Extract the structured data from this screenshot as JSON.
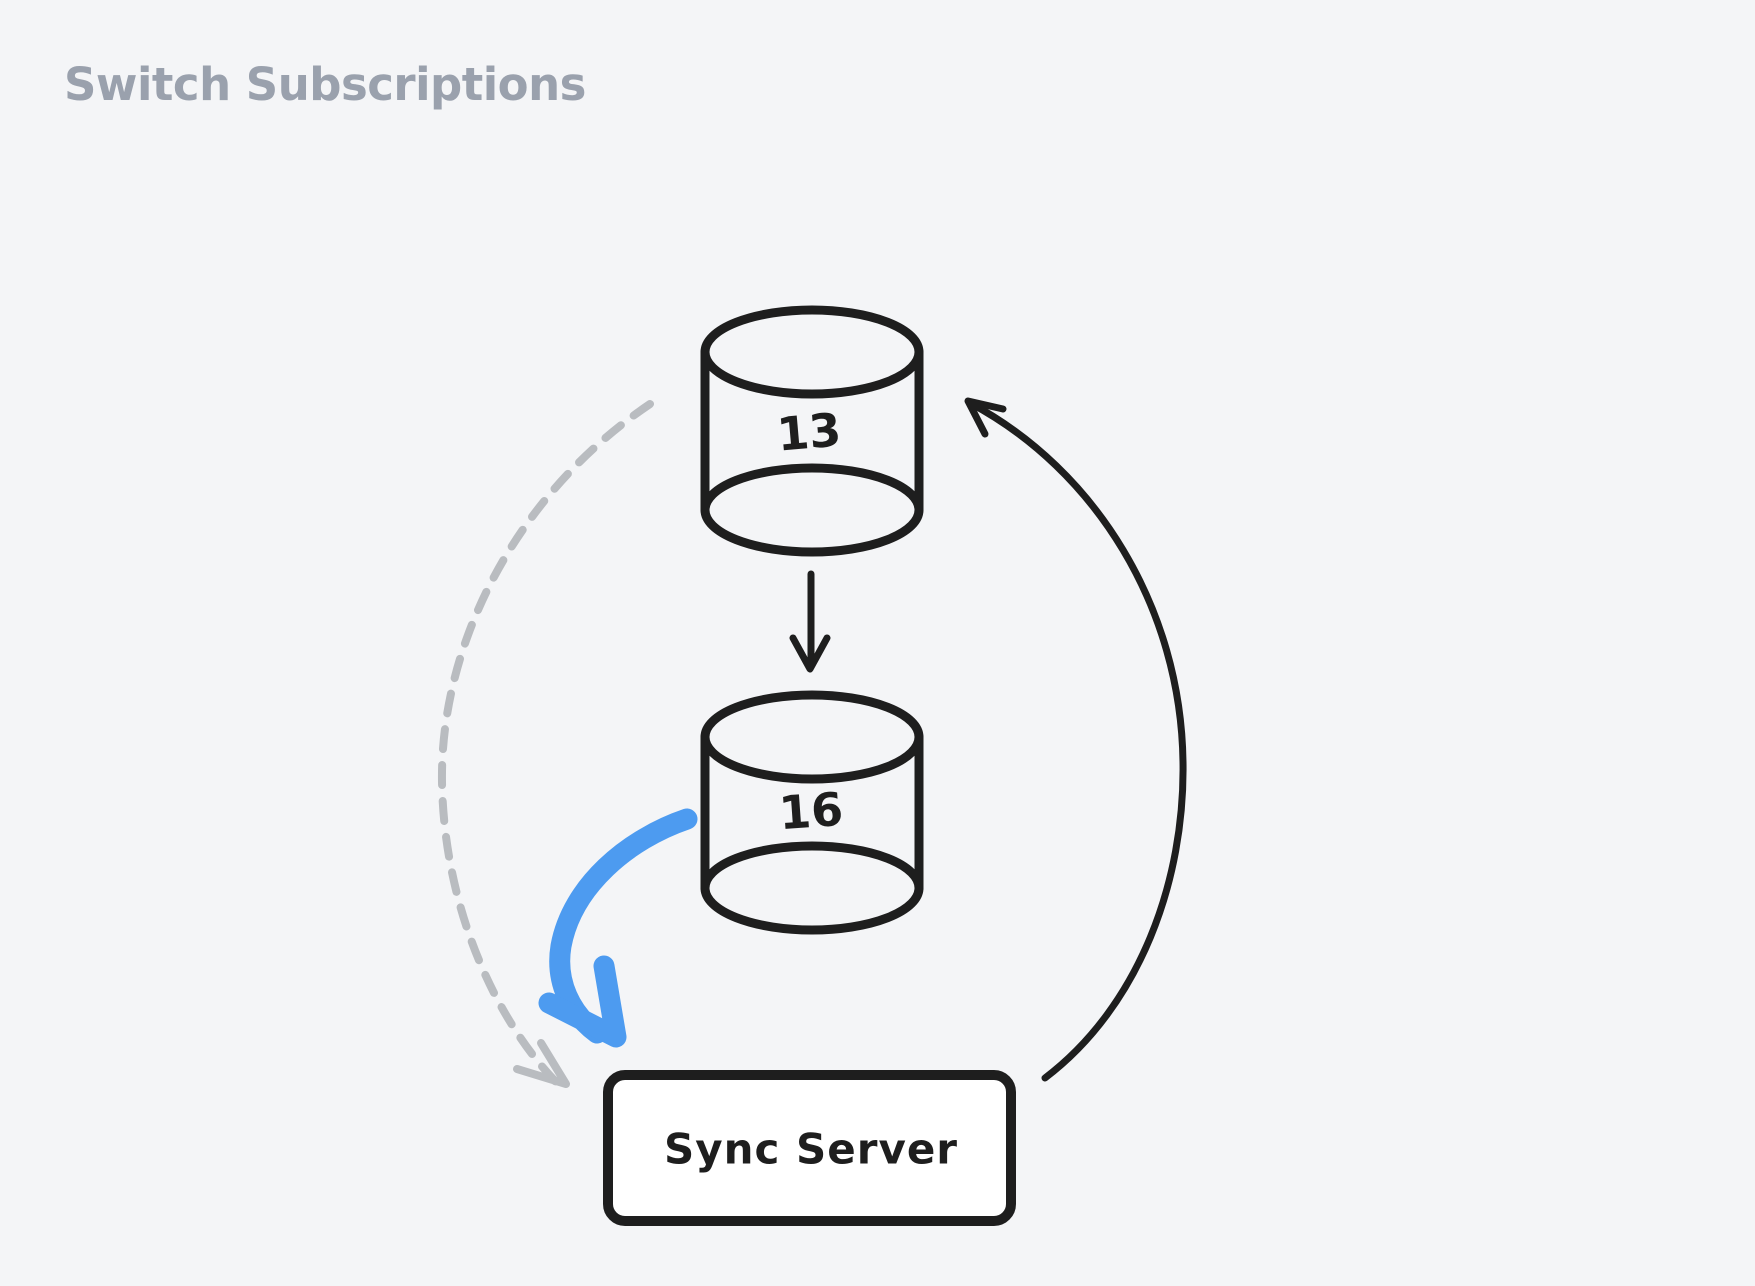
{
  "title": "Switch Subscriptions",
  "colors": {
    "background": "#f4f5f7",
    "ink": "#1e1e1e",
    "dashed_gray": "#b9bcc0",
    "accent_blue": "#4d9bf0",
    "node_fill": "#ffffff",
    "title_gray": "#9aa1ad"
  },
  "nodes": {
    "db_top": {
      "type": "database-cylinder",
      "label": "13"
    },
    "db_bottom": {
      "type": "database-cylinder",
      "label": "16"
    },
    "server": {
      "type": "rounded-rectangle",
      "label": "Sync Server"
    }
  },
  "edges": [
    {
      "name": "replication-arrow",
      "from": "db_top",
      "to": "db_bottom",
      "style": "solid-black"
    },
    {
      "name": "subscribe-arrow",
      "from": "db_bottom",
      "to": "server",
      "style": "thick-blue"
    },
    {
      "name": "return-arrow",
      "from": "server",
      "to": "db_top",
      "style": "solid-black-curved"
    },
    {
      "name": "switch-subscription-arrow",
      "from": "db_top",
      "to": "server",
      "style": "dashed-gray-curved"
    }
  ]
}
